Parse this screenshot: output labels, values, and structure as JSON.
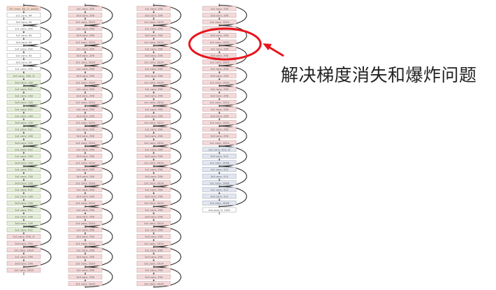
{
  "annotation": {
    "text": "解决梯度消失和爆炸问题",
    "highlight_color": "#e8141c"
  },
  "colors": {
    "pink_fill": "#f3d9d9",
    "pink_border": "#c89a9a",
    "green_fill": "#e3ecd6",
    "green_border": "#a3b48c",
    "blue_fill": "#e2e6ef",
    "blue_border": "#9aa3b7",
    "orange_fill": "#f7dccb",
    "white_fill": "#ffffff",
    "gray_border": "#999999",
    "connector": "#2a2a2a"
  },
  "columns": [
    {
      "layers": [
        {
          "label": "7x7 conv, 64, /2, pool/2",
          "color": "orange"
        },
        {
          "label": "1x1 conv, 64",
          "color": "white"
        },
        {
          "label": "3x3 conv, 64",
          "color": "white"
        },
        {
          "label": "1x1 conv, 256",
          "color": "white"
        },
        {
          "label": "1x1 conv, 64",
          "color": "white"
        },
        {
          "label": "3x3 conv, 64",
          "color": "white"
        },
        {
          "label": "1x1 conv, 256",
          "color": "white"
        },
        {
          "label": "1x1 conv, 64",
          "color": "white"
        },
        {
          "label": "3x3 conv, 64",
          "color": "white"
        },
        {
          "label": "1x1 conv, 256",
          "color": "white"
        },
        {
          "label": "1x1 conv, 128, /2",
          "color": "green"
        },
        {
          "label": "3x3 conv, 128",
          "color": "green"
        },
        {
          "label": "1x1 conv, 512",
          "color": "green"
        },
        {
          "label": "1x1 conv, 128",
          "color": "green"
        },
        {
          "label": "3x3 conv, 128",
          "color": "green"
        },
        {
          "label": "1x1 conv, 512",
          "color": "green"
        },
        {
          "label": "1x1 conv, 128",
          "color": "green"
        },
        {
          "label": "3x3 conv, 128",
          "color": "green"
        },
        {
          "label": "1x1 conv, 512",
          "color": "green"
        },
        {
          "label": "1x1 conv, 128",
          "color": "green"
        },
        {
          "label": "3x3 conv, 128",
          "color": "green"
        },
        {
          "label": "1x1 conv, 512",
          "color": "green"
        },
        {
          "label": "1x1 conv, 128",
          "color": "green"
        },
        {
          "label": "3x3 conv, 128",
          "color": "green"
        },
        {
          "label": "1x1 conv, 512",
          "color": "green"
        },
        {
          "label": "1x1 conv, 128",
          "color": "green"
        },
        {
          "label": "3x3 conv, 128",
          "color": "green"
        },
        {
          "label": "1x1 conv, 512",
          "color": "green"
        },
        {
          "label": "1x1 conv, 128",
          "color": "green"
        },
        {
          "label": "3x3 conv, 128",
          "color": "green"
        },
        {
          "label": "1x1 conv, 512",
          "color": "green"
        },
        {
          "label": "1x1 conv, 128",
          "color": "green"
        },
        {
          "label": "3x3 conv, 128",
          "color": "green"
        },
        {
          "label": "1x1 conv, 512",
          "color": "green"
        },
        {
          "label": "1x1 conv, 256, /2",
          "color": "pink"
        },
        {
          "label": "3x3 conv, 256",
          "color": "pink"
        },
        {
          "label": "1x1 conv, 1024",
          "color": "pink"
        },
        {
          "label": "1x1 conv, 256",
          "color": "pink"
        },
        {
          "label": "3x3 conv, 256",
          "color": "pink"
        },
        {
          "label": "1x1 conv, 1024",
          "color": "pink"
        }
      ]
    },
    {
      "layers": [
        {
          "label": "1x1 conv, 256",
          "color": "pink"
        },
        {
          "label": "3x3 conv, 256",
          "color": "pink"
        },
        {
          "label": "1x1 conv, 1024",
          "color": "pink"
        },
        {
          "label": "1x1 conv, 256",
          "color": "pink"
        },
        {
          "label": "3x3 conv, 256",
          "color": "pink"
        },
        {
          "label": "1x1 conv, 1024",
          "color": "pink"
        },
        {
          "label": "1x1 conv, 256",
          "color": "pink"
        },
        {
          "label": "3x3 conv, 256",
          "color": "pink"
        },
        {
          "label": "1x1 conv, 1024",
          "color": "pink"
        },
        {
          "label": "1x1 conv, 256",
          "color": "pink"
        },
        {
          "label": "3x3 conv, 256",
          "color": "pink"
        },
        {
          "label": "1x1 conv, 1024",
          "color": "pink"
        },
        {
          "label": "1x1 conv, 256",
          "color": "pink"
        },
        {
          "label": "3x3 conv, 256",
          "color": "pink"
        },
        {
          "label": "1x1 conv, 1024",
          "color": "pink"
        },
        {
          "label": "1x1 conv, 256",
          "color": "pink"
        },
        {
          "label": "3x3 conv, 256",
          "color": "pink"
        },
        {
          "label": "1x1 conv, 1024",
          "color": "pink"
        },
        {
          "label": "1x1 conv, 256",
          "color": "pink"
        },
        {
          "label": "3x3 conv, 256",
          "color": "pink"
        },
        {
          "label": "1x1 conv, 1024",
          "color": "pink"
        },
        {
          "label": "1x1 conv, 256",
          "color": "pink"
        },
        {
          "label": "3x3 conv, 256",
          "color": "pink"
        },
        {
          "label": "1x1 conv, 1024",
          "color": "pink"
        },
        {
          "label": "1x1 conv, 256",
          "color": "pink"
        },
        {
          "label": "3x3 conv, 256",
          "color": "pink"
        },
        {
          "label": "1x1 conv, 1024",
          "color": "pink"
        },
        {
          "label": "1x1 conv, 256",
          "color": "pink"
        },
        {
          "label": "3x3 conv, 256",
          "color": "pink"
        },
        {
          "label": "1x1 conv, 1024",
          "color": "pink"
        },
        {
          "label": "1x1 conv, 256",
          "color": "pink"
        },
        {
          "label": "3x3 conv, 256",
          "color": "pink"
        },
        {
          "label": "1x1 conv, 1024",
          "color": "pink"
        },
        {
          "label": "1x1 conv, 256",
          "color": "pink"
        },
        {
          "label": "3x3 conv, 256",
          "color": "pink"
        },
        {
          "label": "1x1 conv, 1024",
          "color": "pink"
        },
        {
          "label": "1x1 conv, 256",
          "color": "pink"
        },
        {
          "label": "3x3 conv, 256",
          "color": "pink"
        },
        {
          "label": "1x1 conv, 1024",
          "color": "pink"
        },
        {
          "label": "1x1 conv, 256",
          "color": "pink"
        },
        {
          "label": "3x3 conv, 256",
          "color": "pink"
        },
        {
          "label": "1x1 conv, 1024",
          "color": "pink"
        }
      ]
    },
    {
      "layers": [
        {
          "label": "1x1 conv, 256",
          "color": "pink"
        },
        {
          "label": "3x3 conv, 256",
          "color": "pink"
        },
        {
          "label": "1x1 conv, 1024",
          "color": "pink"
        },
        {
          "label": "1x1 conv, 256",
          "color": "pink"
        },
        {
          "label": "3x3 conv, 256",
          "color": "pink"
        },
        {
          "label": "1x1 conv, 1024",
          "color": "pink"
        },
        {
          "label": "1x1 conv, 256",
          "color": "pink"
        },
        {
          "label": "3x3 conv, 256",
          "color": "pink"
        },
        {
          "label": "1x1 conv, 1024",
          "color": "pink"
        },
        {
          "label": "1x1 conv, 256",
          "color": "pink"
        },
        {
          "label": "3x3 conv, 256",
          "color": "pink"
        },
        {
          "label": "1x1 conv, 1024",
          "color": "pink"
        },
        {
          "label": "1x1 conv, 256",
          "color": "pink"
        },
        {
          "label": "3x3 conv, 256",
          "color": "pink"
        },
        {
          "label": "1x1 conv, 1024",
          "color": "pink"
        },
        {
          "label": "1x1 conv, 256",
          "color": "pink"
        },
        {
          "label": "3x3 conv, 256",
          "color": "pink"
        },
        {
          "label": "1x1 conv, 1024",
          "color": "pink"
        },
        {
          "label": "1x1 conv, 256",
          "color": "pink"
        },
        {
          "label": "3x3 conv, 256",
          "color": "pink"
        },
        {
          "label": "1x1 conv, 1024",
          "color": "pink"
        },
        {
          "label": "1x1 conv, 256",
          "color": "pink"
        },
        {
          "label": "3x3 conv, 256",
          "color": "pink"
        },
        {
          "label": "1x1 conv, 1024",
          "color": "pink"
        },
        {
          "label": "1x1 conv, 256",
          "color": "pink"
        },
        {
          "label": "3x3 conv, 256",
          "color": "pink"
        },
        {
          "label": "1x1 conv, 1024",
          "color": "pink"
        },
        {
          "label": "1x1 conv, 256",
          "color": "pink"
        },
        {
          "label": "3x3 conv, 256",
          "color": "pink"
        },
        {
          "label": "1x1 conv, 1024",
          "color": "pink"
        },
        {
          "label": "1x1 conv, 256",
          "color": "pink"
        },
        {
          "label": "3x3 conv, 256",
          "color": "pink"
        },
        {
          "label": "1x1 conv, 1024",
          "color": "pink"
        },
        {
          "label": "1x1 conv, 256",
          "color": "pink"
        },
        {
          "label": "3x3 conv, 256",
          "color": "pink"
        },
        {
          "label": "1x1 conv, 1024",
          "color": "pink"
        },
        {
          "label": "1x1 conv, 256",
          "color": "pink"
        },
        {
          "label": "3x3 conv, 256",
          "color": "pink"
        },
        {
          "label": "1x1 conv, 1024",
          "color": "pink"
        },
        {
          "label": "1x1 conv, 256",
          "color": "pink"
        },
        {
          "label": "3x3 conv, 256",
          "color": "pink"
        },
        {
          "label": "1x1 conv, 1024",
          "color": "pink"
        }
      ]
    },
    {
      "layers": [
        {
          "label": "1x1 conv, 256",
          "color": "pink"
        },
        {
          "label": "3x3 conv, 256",
          "color": "pink"
        },
        {
          "label": "1x1 conv, 1024",
          "color": "pink"
        },
        {
          "label": "1x1 conv, 256",
          "color": "pink"
        },
        {
          "label": "3x3 conv, 256",
          "color": "pink"
        },
        {
          "label": "1x1 conv, 1024",
          "color": "pink"
        },
        {
          "label": "1x1 conv, 256",
          "color": "pink"
        },
        {
          "label": "3x3 conv, 256",
          "color": "pink"
        },
        {
          "label": "1x1 conv, 1024",
          "color": "pink"
        },
        {
          "label": "1x1 conv, 256",
          "color": "pink"
        },
        {
          "label": "3x3 conv, 256",
          "color": "pink"
        },
        {
          "label": "1x1 conv, 1024",
          "color": "pink"
        },
        {
          "label": "1x1 conv, 256",
          "color": "pink"
        },
        {
          "label": "3x3 conv, 256",
          "color": "pink"
        },
        {
          "label": "1x1 conv, 1024",
          "color": "pink"
        },
        {
          "label": "1x1 conv, 256",
          "color": "pink"
        },
        {
          "label": "3x3 conv, 256",
          "color": "pink"
        },
        {
          "label": "1x1 conv, 1024",
          "color": "pink"
        },
        {
          "label": "1x1 conv, 256",
          "color": "pink"
        },
        {
          "label": "3x3 conv, 256",
          "color": "pink"
        },
        {
          "label": "1x1 conv, 1024",
          "color": "pink"
        },
        {
          "label": "1x1 conv, 512, /2",
          "color": "blue"
        },
        {
          "label": "3x3 conv, 512",
          "color": "blue"
        },
        {
          "label": "1x1 conv, 2048",
          "color": "blue"
        },
        {
          "label": "1x1 conv, 512",
          "color": "blue"
        },
        {
          "label": "3x3 conv, 512",
          "color": "blue"
        },
        {
          "label": "1x1 conv, 2048",
          "color": "blue"
        },
        {
          "label": "1x1 conv, 512",
          "color": "blue"
        },
        {
          "label": "3x3 conv, 512",
          "color": "blue"
        },
        {
          "label": "1x1 conv, 2048",
          "color": "blue"
        },
        {
          "label": "ave pool, fc 1000",
          "color": "white"
        }
      ]
    }
  ]
}
